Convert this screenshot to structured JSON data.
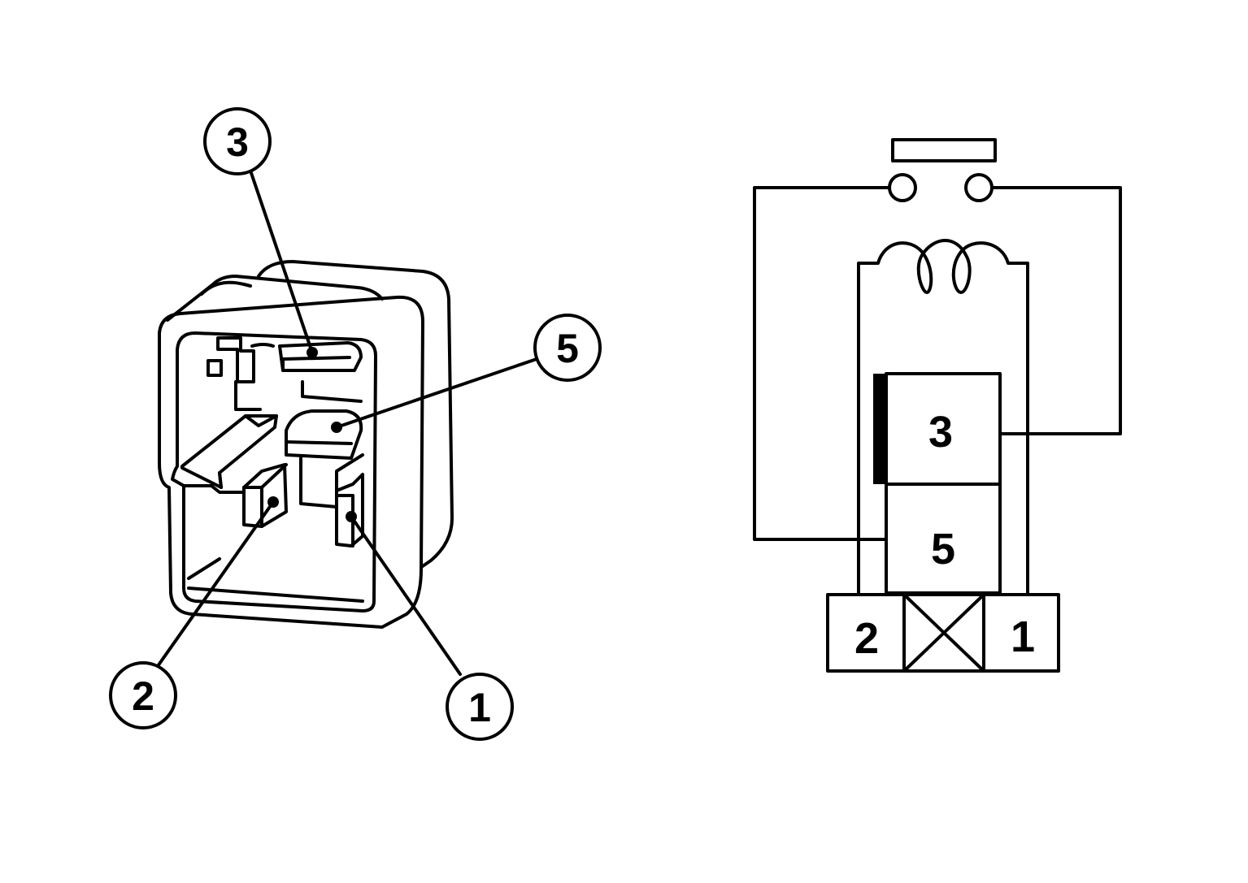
{
  "relay_view": {
    "callouts": [
      {
        "id": "3",
        "label": "3"
      },
      {
        "id": "5",
        "label": "5"
      },
      {
        "id": "2",
        "label": "2"
      },
      {
        "id": "1",
        "label": "1"
      }
    ]
  },
  "schematic": {
    "block_labels": {
      "upper": "3",
      "lower": "5"
    },
    "terminal_labels": {
      "left": "2",
      "right": "1"
    }
  }
}
